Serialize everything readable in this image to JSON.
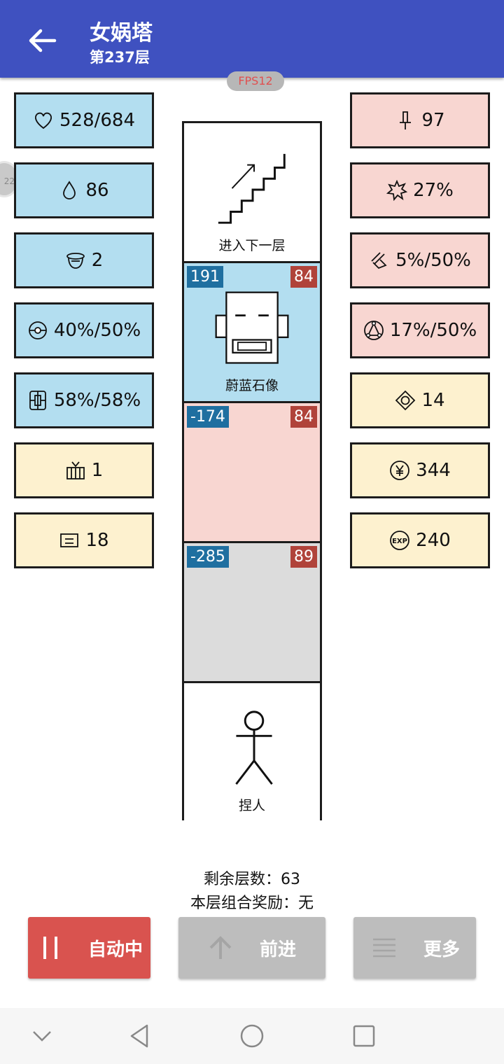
{
  "header": {
    "title": "女娲塔",
    "subtitle": "第237层"
  },
  "fps": "FPS12",
  "side_bubble": "22",
  "left_stats": [
    {
      "icon": "heart-icon",
      "value": "528/684"
    },
    {
      "icon": "water-drop-icon",
      "value": "86"
    },
    {
      "icon": "helmet-icon",
      "value": "2"
    },
    {
      "icon": "shield-circle-icon",
      "value": "40%/50%"
    },
    {
      "icon": "armor-icon",
      "value": "58%/58%"
    },
    {
      "icon": "box-icon",
      "value": "1"
    },
    {
      "icon": "card-icon",
      "value": "18"
    }
  ],
  "right_stats": [
    {
      "icon": "sword-icon",
      "value": "97"
    },
    {
      "icon": "burst-icon",
      "value": "27%"
    },
    {
      "icon": "blade-icon",
      "value": "5%/50%"
    },
    {
      "icon": "triangle-circle-icon",
      "value": "17%/50%"
    },
    {
      "icon": "diamond-icon",
      "value": "14"
    },
    {
      "icon": "coin-yen-icon",
      "value": "344"
    },
    {
      "icon": "exp-icon",
      "value": "240"
    }
  ],
  "tower": {
    "stairs_label": "进入下一层",
    "monster": {
      "name": "蔚蓝石像",
      "attack": "191",
      "hp": "84"
    },
    "slot2": {
      "attack": "-174",
      "hp": "84"
    },
    "slot3": {
      "attack": "-285",
      "hp": "89"
    },
    "player_label": "捏人"
  },
  "info": {
    "remaining_label": "剩余层数：",
    "remaining_value": "63",
    "reward_label": "本层组合奖励：",
    "reward_value": "无"
  },
  "buttons": {
    "auto": "自动中",
    "forward": "前进",
    "more": "更多"
  },
  "colors": {
    "appbar": "#3f51c0",
    "blue_panel": "#b3def0",
    "pink_panel": "#f8d6d1",
    "yellow_panel": "#fdf1cf",
    "auto_button": "#d9534f",
    "disabled_button": "#bdbdbd"
  }
}
